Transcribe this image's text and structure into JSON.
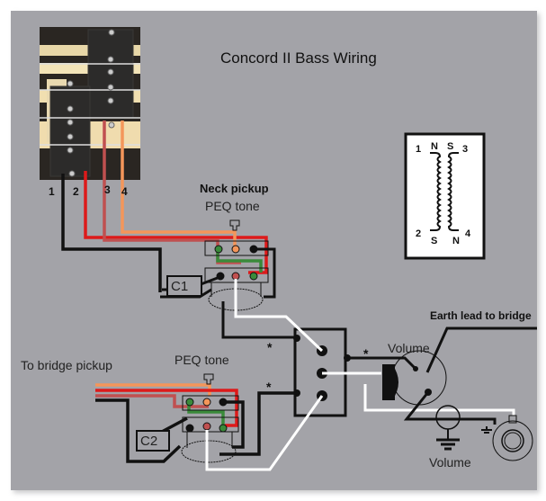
{
  "title": "Concord II Bass Wiring",
  "labels": {
    "neck_pickup": "Neck pickup",
    "peq_tone_neck": "PEQ tone",
    "peq_tone_bridge": "PEQ tone",
    "to_bridge_pickup": "To bridge pickup",
    "earth_lead": "Earth lead to bridge",
    "volume_top": "Volume",
    "volume_bottom": "Volume",
    "cap1": "C1",
    "cap2": "C2",
    "star": "*"
  },
  "pickup_leads": [
    "1",
    "2",
    "3",
    "4"
  ],
  "coil_diagram": {
    "pins": {
      "top_left": "1",
      "bottom_left": "2",
      "top_right": "3",
      "bottom_right": "4"
    },
    "poles": {
      "top_left": "N",
      "bottom_left": "S",
      "top_right": "S",
      "bottom_right": "N"
    }
  },
  "wire_colors": {
    "black": "#111111",
    "red": "#dd1a1a",
    "dark_red": "#c05050",
    "orange": "#f4965a",
    "green": "#3a8a3a",
    "white": "#ffffff"
  }
}
